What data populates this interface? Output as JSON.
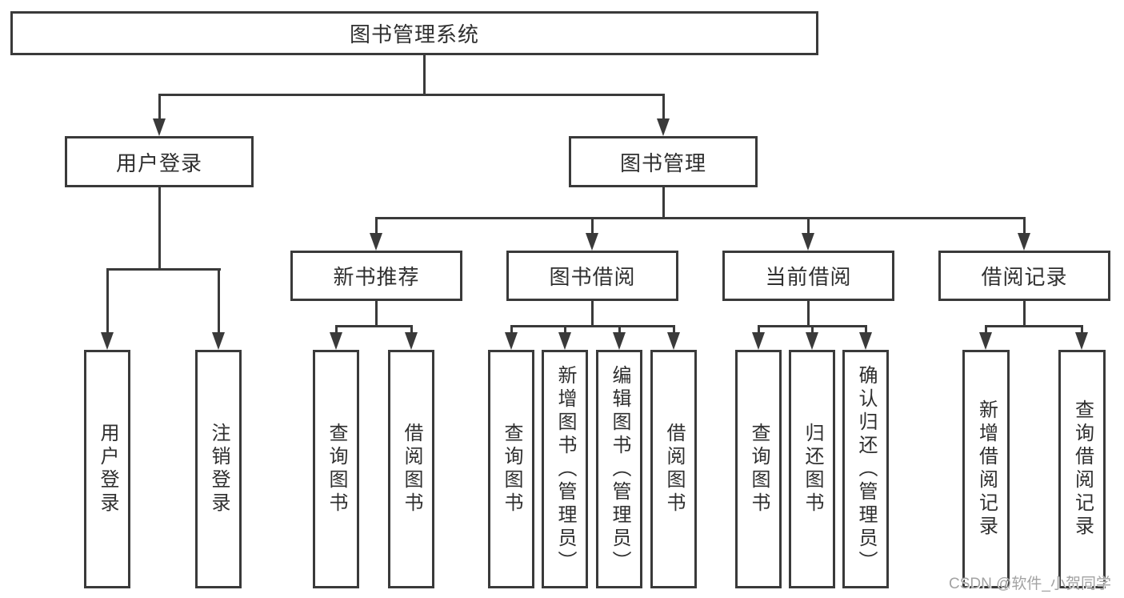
{
  "tree": {
    "label": "图书管理系统",
    "children": [
      {
        "label": "用户登录",
        "children": [
          {
            "label": "用户登录"
          },
          {
            "label": "注销登录"
          }
        ]
      },
      {
        "label": "图书管理",
        "children": [
          {
            "label": "新书推荐",
            "children": [
              {
                "label": "查询图书"
              },
              {
                "label": "借阅图书"
              }
            ]
          },
          {
            "label": "图书借阅",
            "children": [
              {
                "label": "查询图书"
              },
              {
                "label": "新增图书（管理员）"
              },
              {
                "label": "编辑图书（管理员）"
              },
              {
                "label": "借阅图书"
              }
            ]
          },
          {
            "label": "当前借阅",
            "children": [
              {
                "label": "查询图书"
              },
              {
                "label": "归还图书"
              },
              {
                "label": "确认归还（管理员）"
              }
            ]
          },
          {
            "label": "借阅记录",
            "children": [
              {
                "label": "新增借阅记录"
              },
              {
                "label": "查询借阅记录"
              }
            ]
          }
        ]
      }
    ]
  },
  "watermark": {
    "text": "CSDN @软件_小贺同学"
  },
  "colors": {
    "line": "#3a3a3a",
    "text": "#2f2f2f",
    "background": "#ffffff",
    "watermark": "#a3a3a3"
  }
}
